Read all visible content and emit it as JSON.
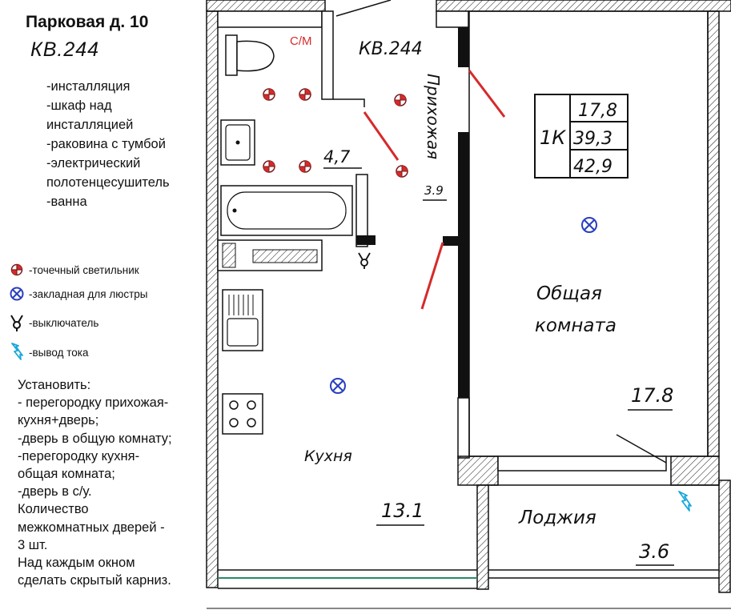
{
  "address": "Парковая д. 10",
  "apartment_label": "КВ.244",
  "equipment_items": [
    "-инсталляция",
    "-шкаф над",
    "инсталляцией",
    "-раковина с тумбой",
    "-электрический",
    "полотенцесушитель",
    "-ванна"
  ],
  "legend": [
    {
      "icon": "spot-light-icon",
      "label": "-точечный светильник"
    },
    {
      "icon": "chandelier-mount-icon",
      "label": "-закладная для люстры"
    },
    {
      "icon": "switch-icon",
      "label": "-выключатель"
    },
    {
      "icon": "power-outlet-icon",
      "label": "-вывод тока"
    }
  ],
  "instructions": [
    "Установить:",
    "- перегородку прихожая-",
    "кухня+дверь;",
    "-дверь в общую комнату;",
    " -перегородку кухня-",
    "общая комната;",
    "-дверь в с/у.",
    "Количество",
    "межкомнатных дверей -",
    "3 шт.",
    "Над каждым окном",
    "сделать скрытый карниз."
  ],
  "plan": {
    "apartment_label": "КВ.244",
    "sm_label": "С/М",
    "bathroom_area": "4,7",
    "hallway_label": "Прихожая",
    "hallway_area": "3.9",
    "summary": {
      "type": "1К",
      "living": "17,8",
      "total_living": "39,3",
      "total": "42,9"
    },
    "living_room_label_1": "Общая",
    "living_room_label_2": "комната",
    "living_room_area": "17.8",
    "kitchen_label": "Кухня",
    "kitchen_area": "13.1",
    "loggia_label": "Лоджия",
    "loggia_area": "3.6"
  },
  "colors": {
    "marker_red": "#d62a2a",
    "symbol_blue": "#2a3fbf",
    "outlet_cyan": "#1aa7d8",
    "wall": "#111111"
  }
}
